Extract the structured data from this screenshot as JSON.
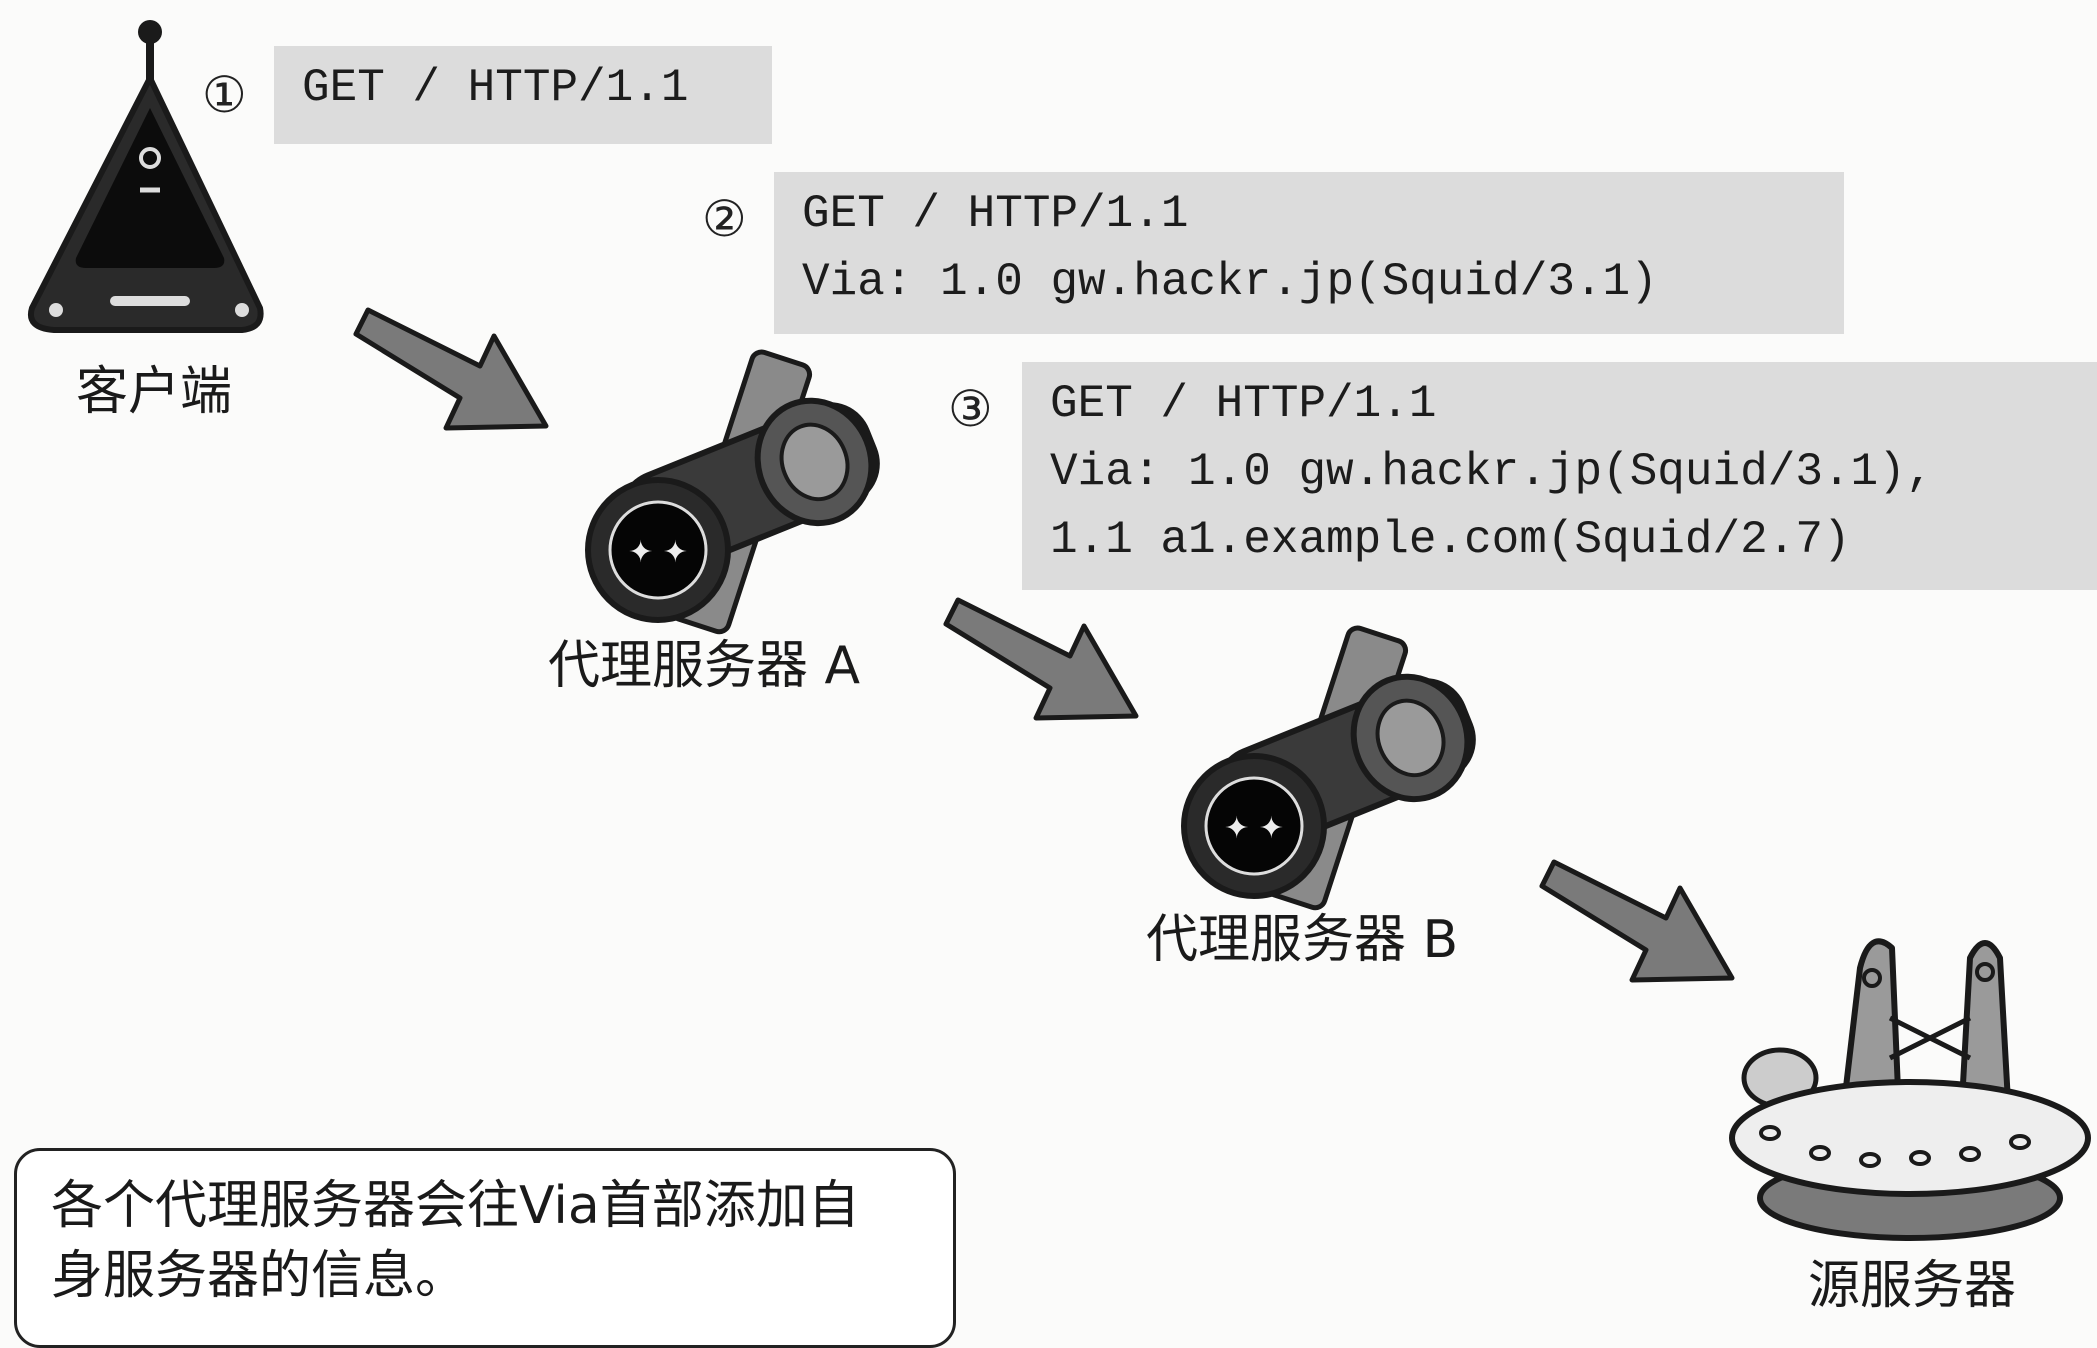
{
  "steps": [
    {
      "num": "①",
      "lines": [
        "GET / HTTP/1.1"
      ]
    },
    {
      "num": "②",
      "lines": [
        "GET / HTTP/1.1",
        "Via: 1.0 gw.hackr.jp(Squid/3.1)"
      ]
    },
    {
      "num": "③",
      "lines": [
        "GET / HTTP/1.1",
        "Via: 1.0 gw.hackr.jp(Squid/3.1),",
        "1.1 a1.example.com(Squid/2.7)"
      ]
    }
  ],
  "nodes": {
    "client": "客户端",
    "proxy_a": "代理服务器 A",
    "proxy_b": "代理服务器 B",
    "origin": "源服务器"
  },
  "note": {
    "line1": "各个代理服务器会往Via首部添加自",
    "line2": "身服务器的信息。"
  },
  "colors": {
    "message_box": "#dcdcdc",
    "arrow": "#7a7a7a",
    "outline": "#1a1a1a"
  }
}
